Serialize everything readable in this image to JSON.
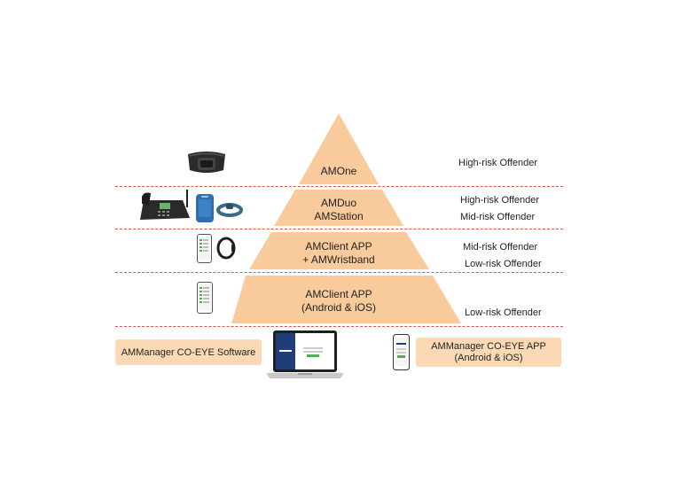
{
  "pyramid": {
    "tier1": {
      "line1": "AMOne"
    },
    "tier2": {
      "line1": "AMDuo",
      "line2": "AMStation"
    },
    "tier3": {
      "line1": "AMClient APP",
      "line2": "+ AMWristband"
    },
    "tier4": {
      "line1": "AMClient APP",
      "line2": "(Android & iOS)"
    },
    "fill_color": "#f9cb9c"
  },
  "risk_levels": {
    "tier1": [
      "High-risk Offender"
    ],
    "tier2": [
      "High-risk Offender",
      "Mid-risk Offender"
    ],
    "tier3": [
      "Mid-risk Offender",
      "Low-risk Offender"
    ],
    "tier4": [
      "Low-risk Offender"
    ]
  },
  "bottom": {
    "software_label": "AMManager CO-EYE Software",
    "app_label_line1": "AMManager CO-EYE APP",
    "app_label_line2": "(Android & iOS)"
  },
  "divider_color": "#e0504a",
  "icons": {
    "tier1": [
      "ankle-monitor-icon"
    ],
    "tier2": [
      "desk-phone-icon",
      "base-station-icon",
      "bracelet-icon"
    ],
    "tier3": [
      "smartphone-icon",
      "wristband-icon"
    ],
    "tier4": [
      "smartphone-icon"
    ],
    "bottom": [
      "laptop-icon",
      "smartphone-icon"
    ]
  }
}
